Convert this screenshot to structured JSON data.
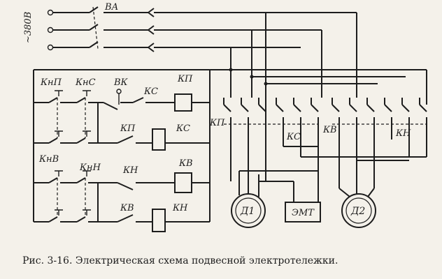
{
  "labels": {
    "voltage": "~380В",
    "breaker": "ВА",
    "btn_knp": "КнП",
    "btn_kns": "КнС",
    "limit_vk": "ВК",
    "contact_ks_1": "КС",
    "coil_kp": "КП",
    "contact_kp_1": "КП",
    "coil_ks": "КС",
    "btn_knv": "КнВ",
    "btn_knn": "КнН",
    "contact_kn_1": "КН",
    "coil_kv": "КВ",
    "contact_kv_1": "КВ",
    "coil_kn": "КН",
    "main_kp": "КП",
    "main_ks": "КС",
    "main_kv": "КВ",
    "main_kn": "КН",
    "motor_1": "Д1",
    "brake": "ЭМТ",
    "motor_2": "Д2"
  },
  "caption": "Рис. 3-16. Электрическая схема подвесной электротележки."
}
